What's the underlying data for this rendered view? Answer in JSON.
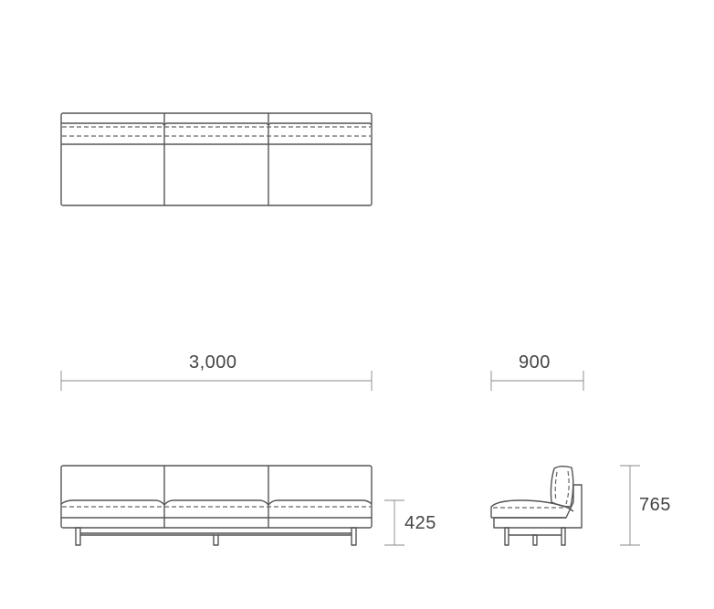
{
  "dimensions": {
    "width": "3,000",
    "depth": "900",
    "seat_height": "425",
    "total_height": "765"
  },
  "colors": {
    "line": "#555555",
    "dimension": "#888888"
  }
}
